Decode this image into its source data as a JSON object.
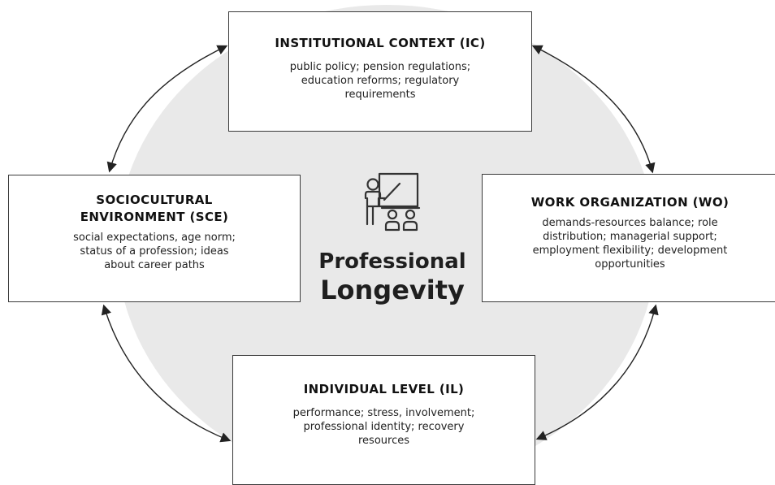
{
  "diagram": {
    "center": {
      "line1": "Professional",
      "line2": "Longevity",
      "icon": "teacher-presenting-icon"
    },
    "boxes": {
      "ic": {
        "title": "INSTITUTIONAL CONTEXT (IC)",
        "lines": [
          "public policy; pension regulations;",
          "education reforms; regulatory",
          "requirements"
        ]
      },
      "sce": {
        "title_lines": [
          "SOCIOCULTURAL",
          "ENVIRONMENT (SCE)"
        ],
        "lines": [
          "social expectations, age norm;",
          "status of a profession;  ideas",
          "about career paths"
        ]
      },
      "wo": {
        "title": "WORK ORGANIZATION (WO)",
        "lines": [
          "demands-resources balance; role",
          "distribution;  managerial support;",
          "employment flexibility; development",
          "opportunities"
        ]
      },
      "il": {
        "title": "INDIVIDUAL LEVEL (IL)",
        "lines": [
          "performance; stress, involvement;",
          "professional identity; recovery",
          "resources"
        ]
      }
    },
    "connectors": "bidirectional-arrows",
    "colors": {
      "background_circle": "#e9e9e9",
      "box_border": "#3a3a3a",
      "arrow": "#222222",
      "icon": "#333333"
    }
  }
}
